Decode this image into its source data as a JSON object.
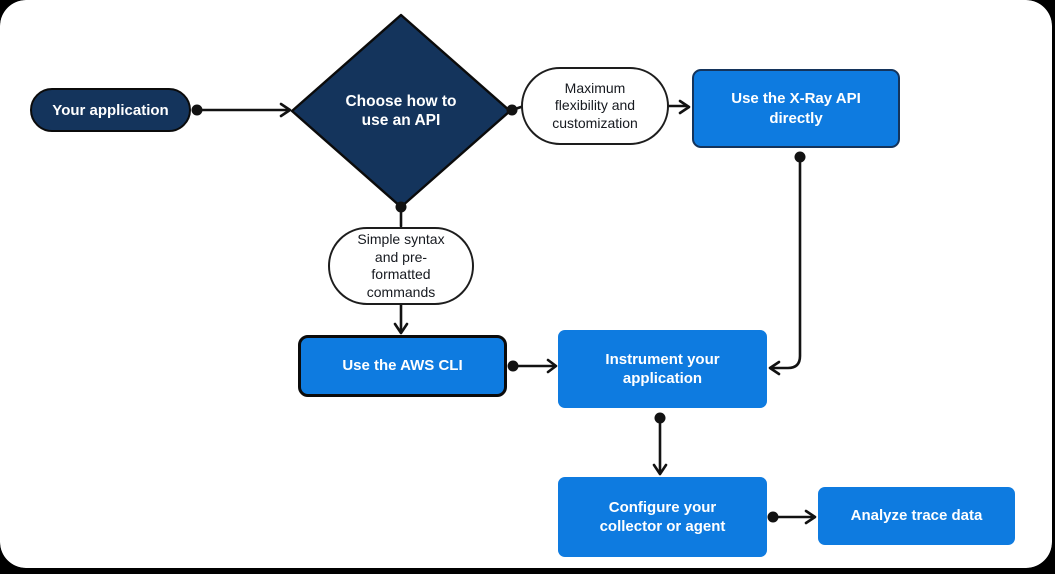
{
  "colors": {
    "navy": "#14345C",
    "blue": "#0E7BE0",
    "line": "#121212",
    "node_text": "#FFFFFF",
    "condition_text": "#16191F",
    "canvas": "#FFFFFF",
    "frame": "#000000"
  },
  "nodes": {
    "your_application": {
      "label": "Your application",
      "shape": "pill"
    },
    "choose_api": {
      "label": "Choose how to\nuse an API",
      "shape": "diamond"
    },
    "max_flexibility": {
      "label": "Maximum\nflexibility and\ncustomization",
      "shape": "terminator"
    },
    "use_xray_api": {
      "label": "Use the X-Ray API\ndirectly",
      "shape": "rect"
    },
    "simple_syntax": {
      "label": "Simple syntax\nand pre-\nformatted\ncommands",
      "shape": "terminator"
    },
    "use_aws_cli": {
      "label": "Use the AWS CLI",
      "shape": "rect"
    },
    "instrument": {
      "label": "Instrument your\napplication",
      "shape": "rect"
    },
    "configure": {
      "label": "Configure your\ncollector or agent",
      "shape": "rect"
    },
    "analyze": {
      "label": "Analyze trace data",
      "shape": "rect"
    }
  },
  "edges": [
    {
      "from": "your_application",
      "to": "choose_api"
    },
    {
      "from": "choose_api",
      "to": "max_flexibility"
    },
    {
      "from": "max_flexibility",
      "to": "use_xray_api"
    },
    {
      "from": "choose_api",
      "to": "simple_syntax"
    },
    {
      "from": "simple_syntax",
      "to": "use_aws_cli"
    },
    {
      "from": "use_aws_cli",
      "to": "instrument"
    },
    {
      "from": "use_xray_api",
      "to": "instrument"
    },
    {
      "from": "instrument",
      "to": "configure"
    },
    {
      "from": "configure",
      "to": "analyze"
    }
  ]
}
